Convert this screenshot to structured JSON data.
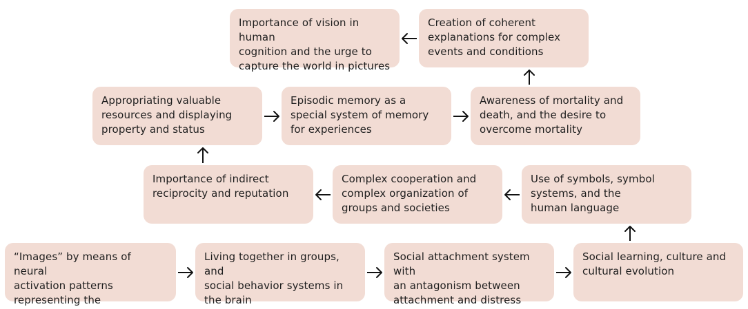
{
  "nodes": {
    "vision": "Importance of vision in human\ncognition and the urge to\ncapture the world in pictures",
    "explanations": "Creation of coherent\nexplanations for complex\nevents and conditions",
    "resources": "Appropriating valuable\nresources and displaying\nproperty and status",
    "episodic": "Episodic memory as a\nspecial system of memory\nfor experiences",
    "mortality": "Awareness of mortality and\ndeath, and the desire to\novercome mortality",
    "reciprocity": "Importance of indirect\nreciprocity and reputation",
    "cooperation": "Complex cooperation and\ncomplex organization of\ngroups and societies",
    "symbols": "Use of symbols, symbol\nsystems, and the\nhuman language",
    "images": "“Images” by means of neural\nactivation patterns\nrepresenting the environment",
    "groups": "Living together in groups, and\nsocial behavior systems in\nthe brain",
    "attachment": "Social attachment system with\nan antagonism between\nattachment and distress",
    "learning": "Social learning, culture and\ncultural evolution"
  },
  "colors": {
    "node_fill": "#f2dcd4",
    "text": "#1e1e1e",
    "arrow": "#111111"
  }
}
